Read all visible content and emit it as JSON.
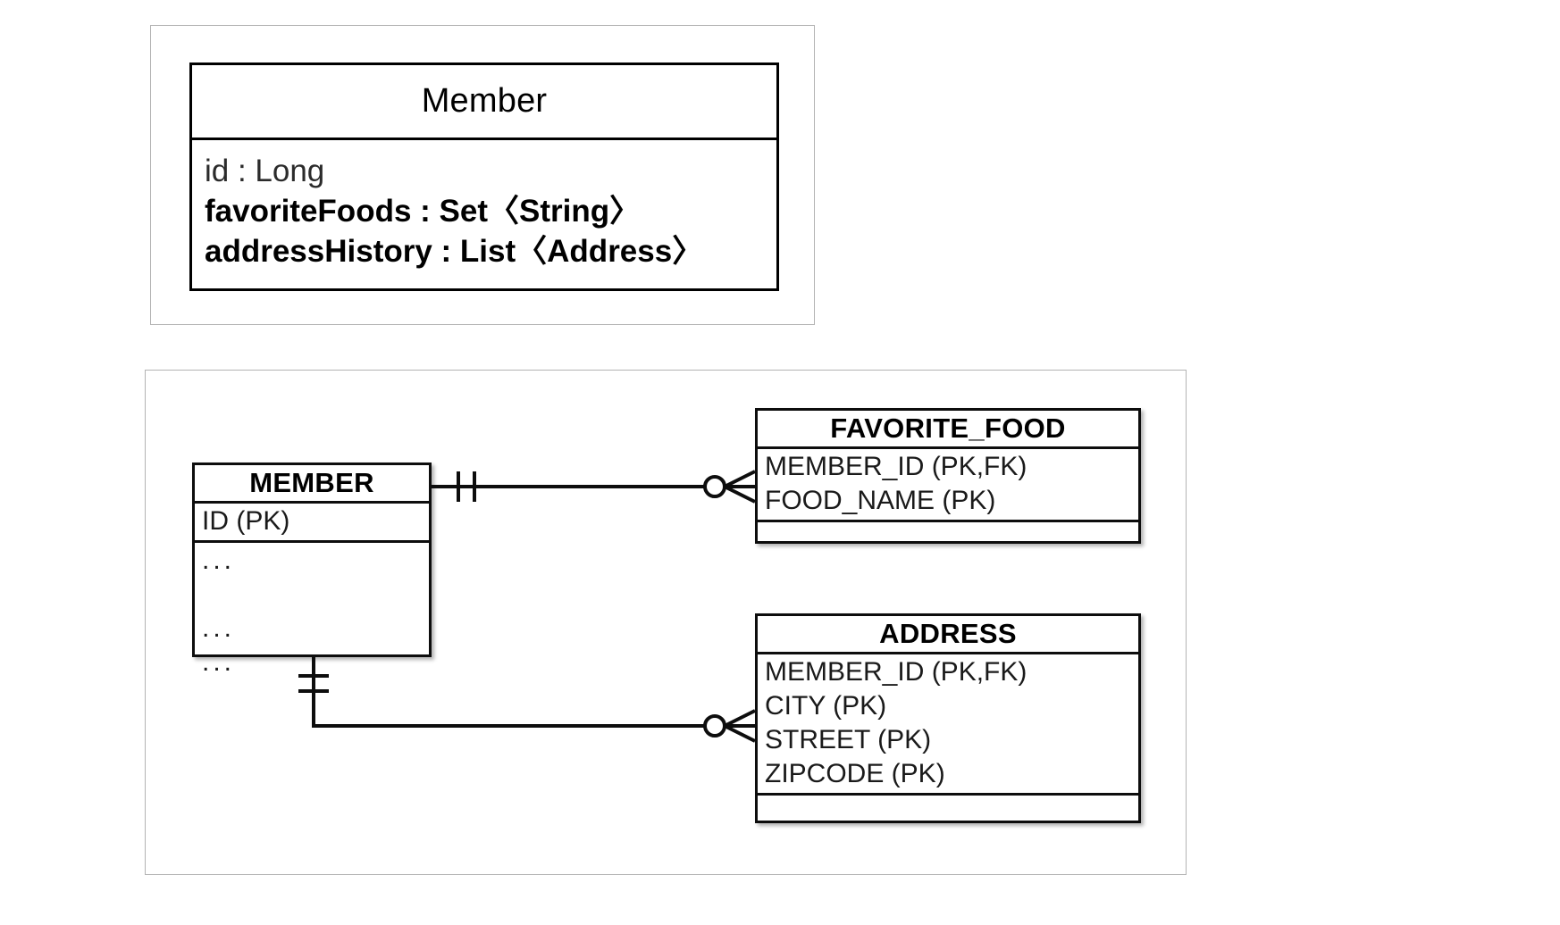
{
  "diagram": {
    "type": "uml-class-and-erd",
    "panels": [
      {
        "id": "uml-panel",
        "label": "object-model-panel"
      },
      {
        "id": "erd-panel",
        "label": "relational-model-panel"
      }
    ]
  },
  "uml": {
    "class_name": "Member",
    "attributes": [
      {
        "text": "id : Long",
        "style": "light"
      },
      {
        "text": "favoriteFoods : Set〈String〉",
        "style": "bold"
      },
      {
        "text": "addressHistory : List〈Address〉",
        "style": "bold"
      }
    ]
  },
  "erd": {
    "entities": [
      {
        "id": "member-entity",
        "name": "MEMBER",
        "key_attributes": [
          "ID (PK)"
        ],
        "other_attributes": [
          "...",
          "...",
          "..."
        ]
      },
      {
        "id": "favorite-food-entity",
        "name": "FAVORITE_FOOD",
        "key_attributes": [
          "MEMBER_ID (PK,FK)",
          "FOOD_NAME (PK)"
        ],
        "other_attributes": []
      },
      {
        "id": "address-entity",
        "name": "ADDRESS",
        "key_attributes": [
          "MEMBER_ID (PK,FK)",
          "CITY (PK)",
          "STREET (PK)",
          "ZIPCODE (PK)"
        ],
        "other_attributes": []
      }
    ],
    "relationships": [
      {
        "id": "member-to-favorite-food",
        "from": "MEMBER",
        "to": "FAVORITE_FOOD",
        "from_cardinality": "one-and-only-one",
        "to_cardinality": "zero-or-many",
        "notation": "crows-foot"
      },
      {
        "id": "member-to-address",
        "from": "MEMBER",
        "to": "ADDRESS",
        "from_cardinality": "one-and-only-one",
        "to_cardinality": "zero-or-many",
        "notation": "crows-foot"
      }
    ]
  },
  "colors": {
    "stroke": "#0d0d0d",
    "panel_border": "#b3b3b3",
    "background": "#ffffff",
    "attribute_text": "#1a1a1a"
  }
}
